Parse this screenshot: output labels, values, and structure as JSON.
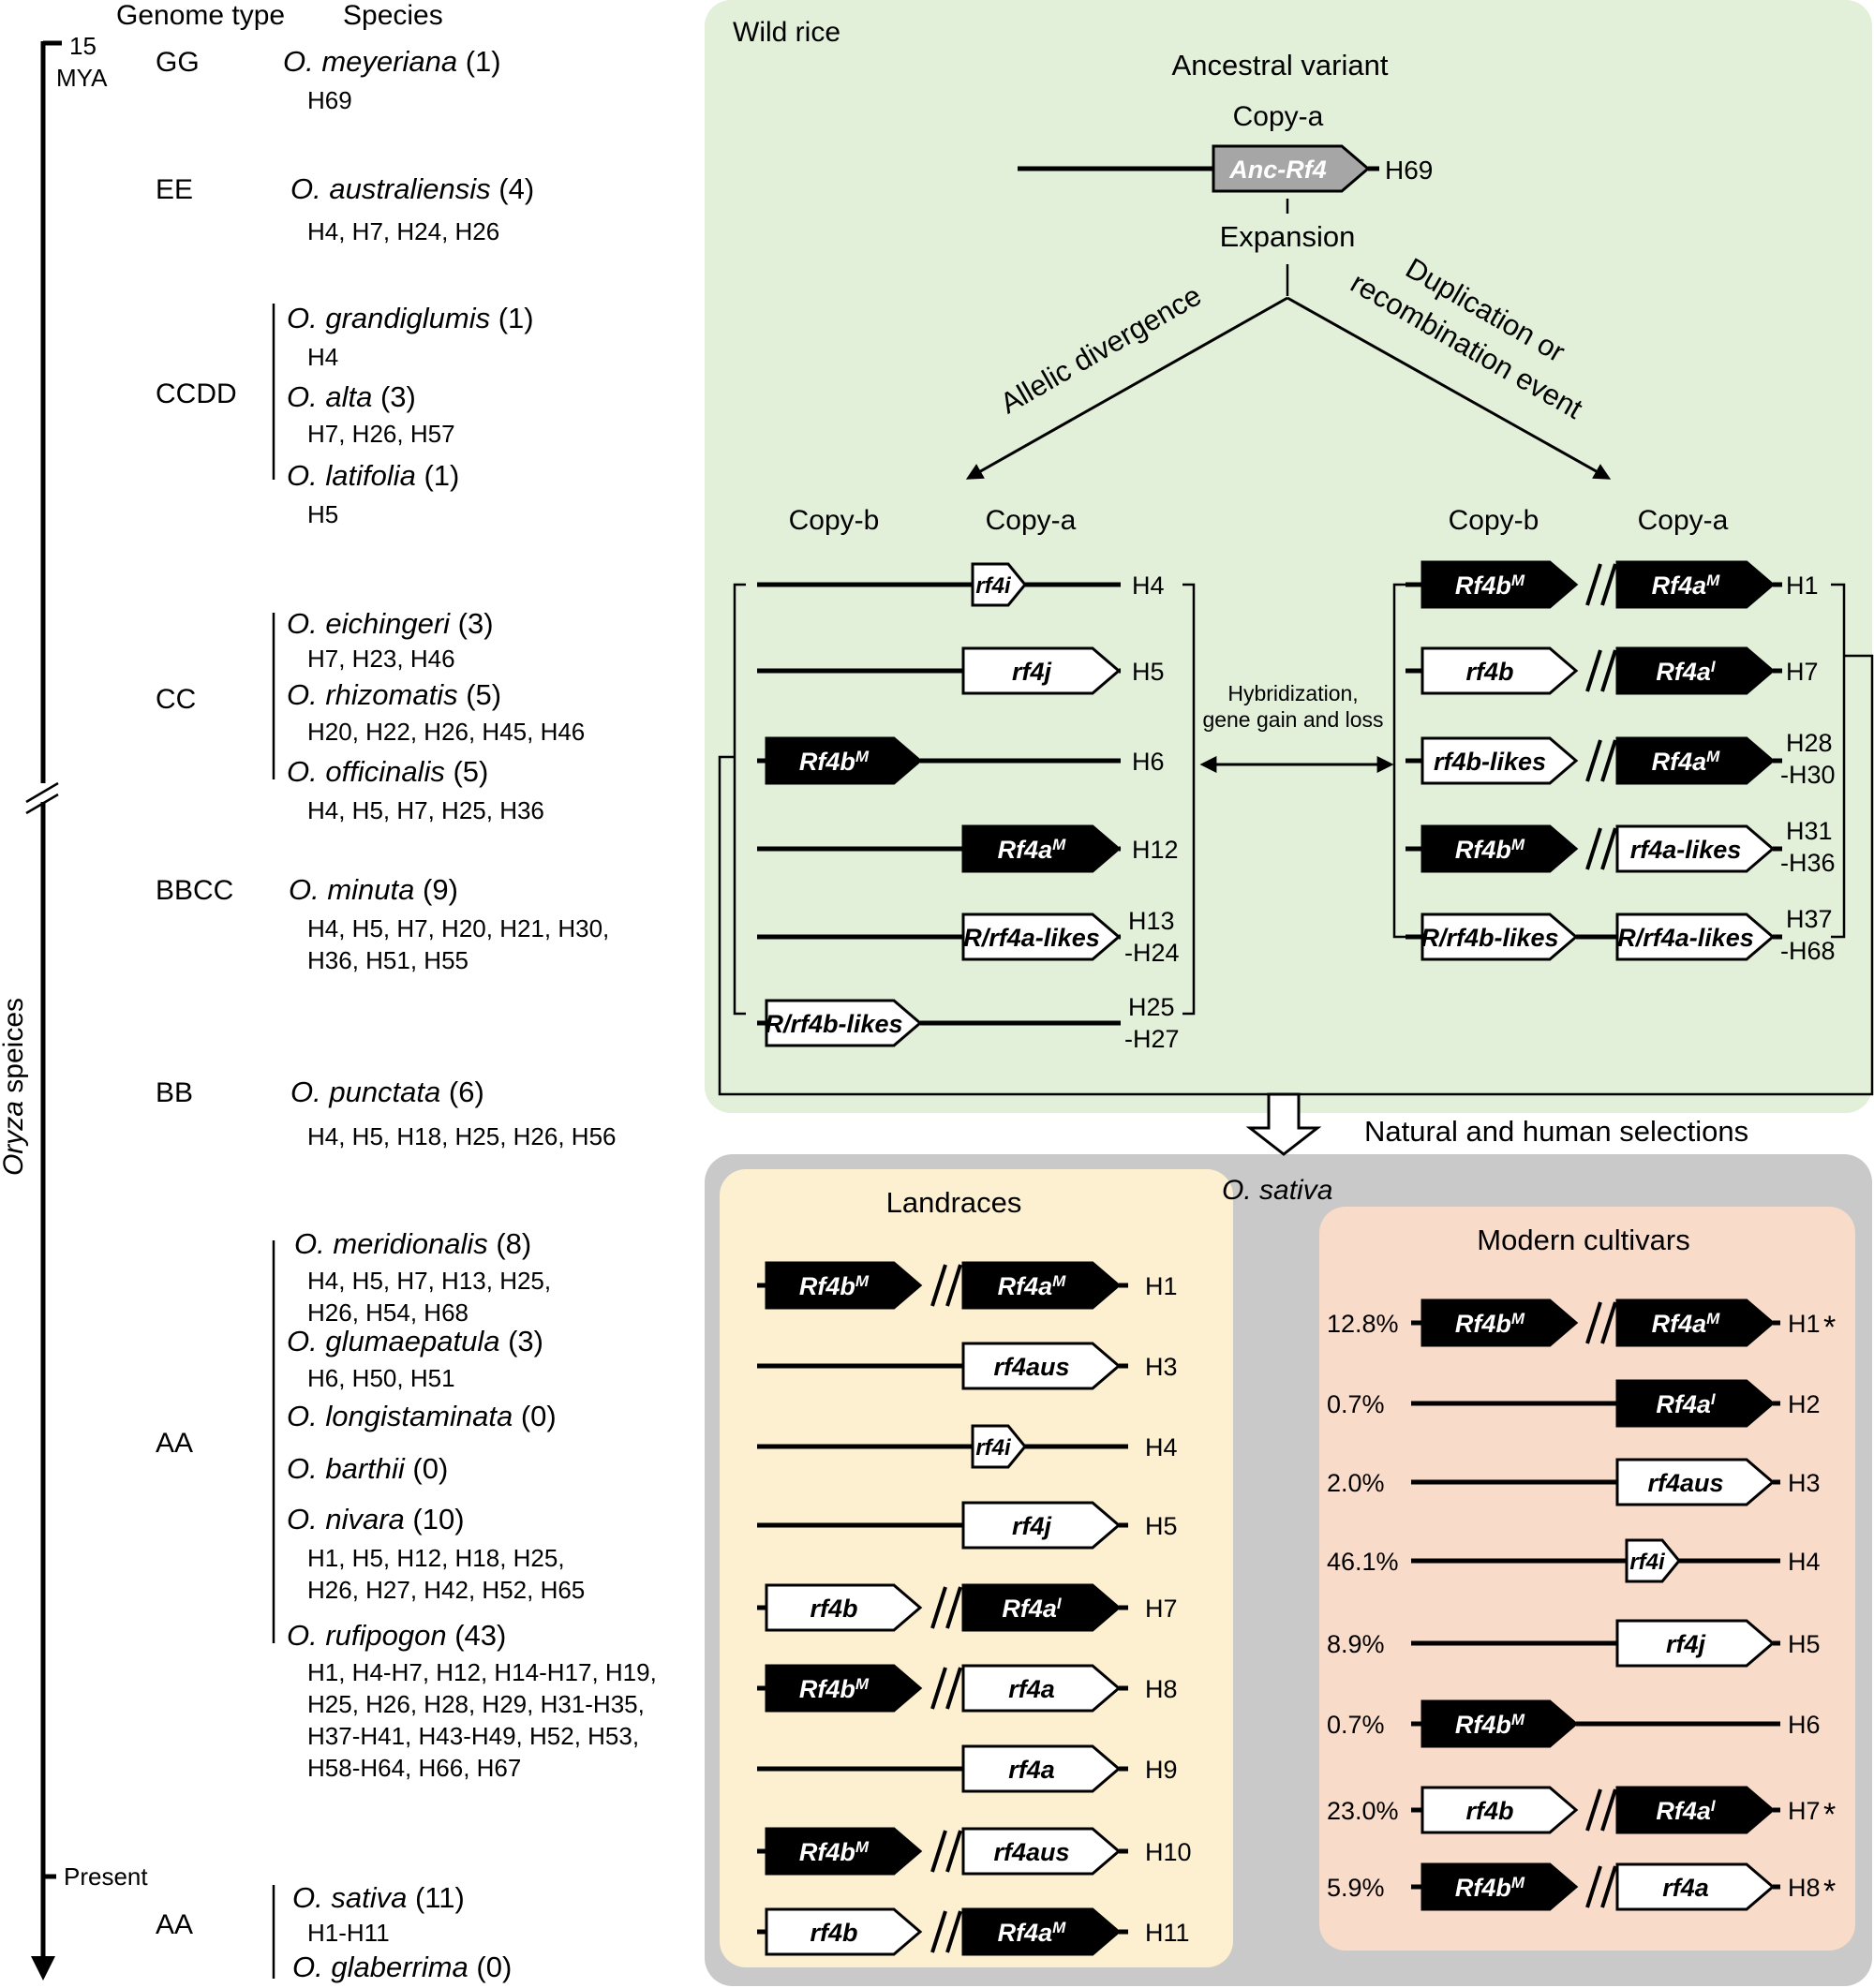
{
  "colors": {
    "wild_rice_bg": "#e2efd9",
    "sativa_bg": "#c9c9c9",
    "landraces_bg": "#fdf0d0",
    "modern_bg": "#f9dbc9",
    "gene_black": "#000000",
    "gene_white": "#ffffff",
    "gene_ancestral": "#a6a6a6"
  },
  "timeline": {
    "header_genome": "Genome type",
    "header_species": "Species",
    "top_label_1": "15",
    "top_label_2": "MYA",
    "axis_label_pre": "Oryza",
    "axis_label_post": " speices",
    "present_label": "Present"
  },
  "species_groups": [
    {
      "genome": "GG",
      "species": [
        {
          "name": "O. meyeriana",
          "count": "(1)",
          "haps": [
            "H69"
          ]
        }
      ]
    },
    {
      "genome": "EE",
      "species": [
        {
          "name": "O. australiensis",
          "count": "(4)",
          "haps": [
            "H4, H7, H24, H26"
          ]
        }
      ]
    },
    {
      "genome": "CCDD",
      "species": [
        {
          "name": "O. grandiglumis",
          "count": "(1)",
          "haps": [
            "H4"
          ]
        },
        {
          "name": "O. alta",
          "count": "(3)",
          "haps": [
            "H7, H26, H57"
          ]
        },
        {
          "name": "O. latifolia",
          "count": "(1)",
          "haps": [
            "H5"
          ]
        }
      ]
    },
    {
      "genome": "CC",
      "species": [
        {
          "name": "O. eichingeri",
          "count": "(3)",
          "haps": [
            "H7, H23, H46"
          ]
        },
        {
          "name": "O. rhizomatis",
          "count": "(5)",
          "haps": [
            "H20, H22, H26, H45, H46"
          ]
        },
        {
          "name": "O. officinalis",
          "count": "(5)",
          "haps": [
            "H4, H5, H7, H25, H36"
          ]
        }
      ]
    },
    {
      "genome": "BBCC",
      "species": [
        {
          "name": "O. minuta",
          "count": "(9)",
          "haps": [
            "H4, H5, H7, H20, H21, H30,",
            "H36, H51, H55"
          ]
        }
      ]
    },
    {
      "genome": "BB",
      "species": [
        {
          "name": "O. punctata",
          "count": "(6)",
          "haps": [
            "H4, H5, H18, H25, H26, H56"
          ]
        }
      ]
    },
    {
      "genome": "AA",
      "species": [
        {
          "name": "O. meridionalis",
          "count": "(8)",
          "haps": [
            "H4, H5, H7, H13, H25,",
            "H26, H54, H68"
          ]
        },
        {
          "name": "O. glumaepatula",
          "count": "(3)",
          "haps": [
            "H6, H50, H51"
          ]
        },
        {
          "name": "O. longistaminata",
          "count": "(0)",
          "haps": []
        },
        {
          "name": "O. barthii",
          "count": "(0)",
          "haps": []
        },
        {
          "name": "O. nivara",
          "count": "(10)",
          "haps": [
            "H1, H5, H12, H18, H25,",
            "H26, H27, H42, H52, H65"
          ]
        },
        {
          "name": "O. rufipogon",
          "count": "(43)",
          "haps": [
            "H1, H4-H7, H12, H14-H17, H19,",
            "H25, H26, H28, H29, H31-H35,",
            "H37-H41, H43-H49, H52, H53,",
            "H58-H64, H66, H67"
          ]
        }
      ]
    },
    {
      "genome": "AA",
      "species": [
        {
          "name": "O. sativa",
          "count": "(11)",
          "haps": [
            "H1-H11"
          ]
        },
        {
          "name": "O. glaberrima",
          "count": "(0)",
          "haps": []
        }
      ]
    }
  ],
  "wild": {
    "title": "Wild rice",
    "ancestral_title": "Ancestral variant",
    "copy_a": "Copy-a",
    "copy_b": "Copy-b",
    "anc_gene": "Anc-Rf4",
    "anc_hap": "H69",
    "expansion": "Expansion",
    "allelic": "Allelic divergence",
    "dup_1": "Duplication or",
    "dup_2": "recombination event",
    "hyb_1": "Hybridization,",
    "hyb_2": "gene gain and loss",
    "left_rows": [
      {
        "b": null,
        "a": {
          "label": "rf4i",
          "fill": "white",
          "small": true
        },
        "hap": [
          "H4"
        ]
      },
      {
        "b": null,
        "a": {
          "label": "rf4j",
          "fill": "white"
        },
        "hap": [
          "H5"
        ]
      },
      {
        "b": {
          "label": "Rf4b",
          "sup": "M",
          "fill": "black"
        },
        "a": null,
        "hap": [
          "H6"
        ]
      },
      {
        "b": null,
        "a": {
          "label": "Rf4a",
          "sup": "M",
          "fill": "black"
        },
        "hap": [
          "H12"
        ]
      },
      {
        "b": null,
        "a": {
          "label": "R/rf4a-likes",
          "fill": "white"
        },
        "hap": [
          "H13",
          "-H24"
        ]
      },
      {
        "b": {
          "label": "R/rf4b-likes",
          "fill": "white"
        },
        "a": null,
        "hap": [
          "H25",
          "-H27"
        ]
      }
    ],
    "right_rows": [
      {
        "b": {
          "label": "Rf4b",
          "sup": "M",
          "fill": "black"
        },
        "a": {
          "label": "Rf4a",
          "sup": "M",
          "fill": "black"
        },
        "brk": true,
        "hap": [
          "H1"
        ]
      },
      {
        "b": {
          "label": "rf4b",
          "fill": "white"
        },
        "a": {
          "label": "Rf4a",
          "sup": "I",
          "fill": "black"
        },
        "brk": true,
        "hap": [
          "H7"
        ]
      },
      {
        "b": {
          "label": "rf4b-likes",
          "fill": "white"
        },
        "a": {
          "label": "Rf4a",
          "sup": "M",
          "fill": "black"
        },
        "brk": true,
        "hap": [
          "H28",
          "-H30"
        ]
      },
      {
        "b": {
          "label": "Rf4b",
          "sup": "M",
          "fill": "black"
        },
        "a": {
          "label": "rf4a-likes",
          "fill": "white"
        },
        "brk": true,
        "hap": [
          "H31",
          "-H36"
        ]
      },
      {
        "b": {
          "label": "R/rf4b-likes",
          "fill": "white"
        },
        "a": {
          "label": "R/rf4a-likes",
          "fill": "white"
        },
        "brk": false,
        "hap": [
          "H37",
          "-H68"
        ]
      }
    ]
  },
  "selection_label": "Natural and human selections",
  "sativa_title": "O. sativa",
  "landraces": {
    "title": "Landraces",
    "rows": [
      {
        "b": {
          "label": "Rf4b",
          "sup": "M",
          "fill": "black"
        },
        "a": {
          "label": "Rf4a",
          "sup": "M",
          "fill": "black"
        },
        "brk": true,
        "hap": "H1"
      },
      {
        "b": null,
        "a": {
          "label": "rf4aus",
          "fill": "white"
        },
        "hap": "H3"
      },
      {
        "b": null,
        "a": {
          "label": "rf4i",
          "fill": "white",
          "small": true
        },
        "hap": "H4"
      },
      {
        "b": null,
        "a": {
          "label": "rf4j",
          "fill": "white"
        },
        "hap": "H5"
      },
      {
        "b": {
          "label": "rf4b",
          "fill": "white"
        },
        "a": {
          "label": "Rf4a",
          "sup": "I",
          "fill": "black"
        },
        "brk": true,
        "hap": "H7"
      },
      {
        "b": {
          "label": "Rf4b",
          "sup": "M",
          "fill": "black"
        },
        "a": {
          "label": "rf4a",
          "fill": "white"
        },
        "brk": true,
        "hap": "H8"
      },
      {
        "b": null,
        "a": {
          "label": "rf4a",
          "fill": "white"
        },
        "hap": "H9"
      },
      {
        "b": {
          "label": "Rf4b",
          "sup": "M",
          "fill": "black"
        },
        "a": {
          "label": "rf4aus",
          "fill": "white"
        },
        "brk": true,
        "hap": "H10"
      },
      {
        "b": {
          "label": "rf4b",
          "fill": "white"
        },
        "a": {
          "label": "Rf4a",
          "sup": "M",
          "fill": "black"
        },
        "brk": true,
        "hap": "H11"
      }
    ]
  },
  "modern": {
    "title": "Modern cultivars",
    "rows": [
      {
        "pct": "12.8%",
        "b": {
          "label": "Rf4b",
          "sup": "M",
          "fill": "black"
        },
        "a": {
          "label": "Rf4a",
          "sup": "M",
          "fill": "black"
        },
        "brk": true,
        "hap": "H1",
        "star": "*"
      },
      {
        "pct": "0.7%",
        "b": null,
        "a": {
          "label": "Rf4a",
          "sup": "I",
          "fill": "black"
        },
        "hap": "H2"
      },
      {
        "pct": "2.0%",
        "b": null,
        "a": {
          "label": "rf4aus",
          "fill": "white"
        },
        "hap": "H3"
      },
      {
        "pct": "46.1%",
        "b": null,
        "a": {
          "label": "rf4i",
          "fill": "white",
          "small": true
        },
        "hap": "H4"
      },
      {
        "pct": "8.9%",
        "b": null,
        "a": {
          "label": "rf4j",
          "fill": "white"
        },
        "hap": "H5"
      },
      {
        "pct": "0.7%",
        "b": {
          "label": "Rf4b",
          "sup": "M",
          "fill": "black"
        },
        "a": null,
        "hap": "H6"
      },
      {
        "pct": "23.0%",
        "b": {
          "label": "rf4b",
          "fill": "white"
        },
        "a": {
          "label": "Rf4a",
          "sup": "I",
          "fill": "black"
        },
        "brk": true,
        "hap": "H7",
        "star": "*"
      },
      {
        "pct": "5.9%",
        "b": {
          "label": "Rf4b",
          "sup": "M",
          "fill": "black"
        },
        "a": {
          "label": "rf4a",
          "fill": "white"
        },
        "brk": true,
        "hap": "H8",
        "star": "*"
      }
    ]
  }
}
